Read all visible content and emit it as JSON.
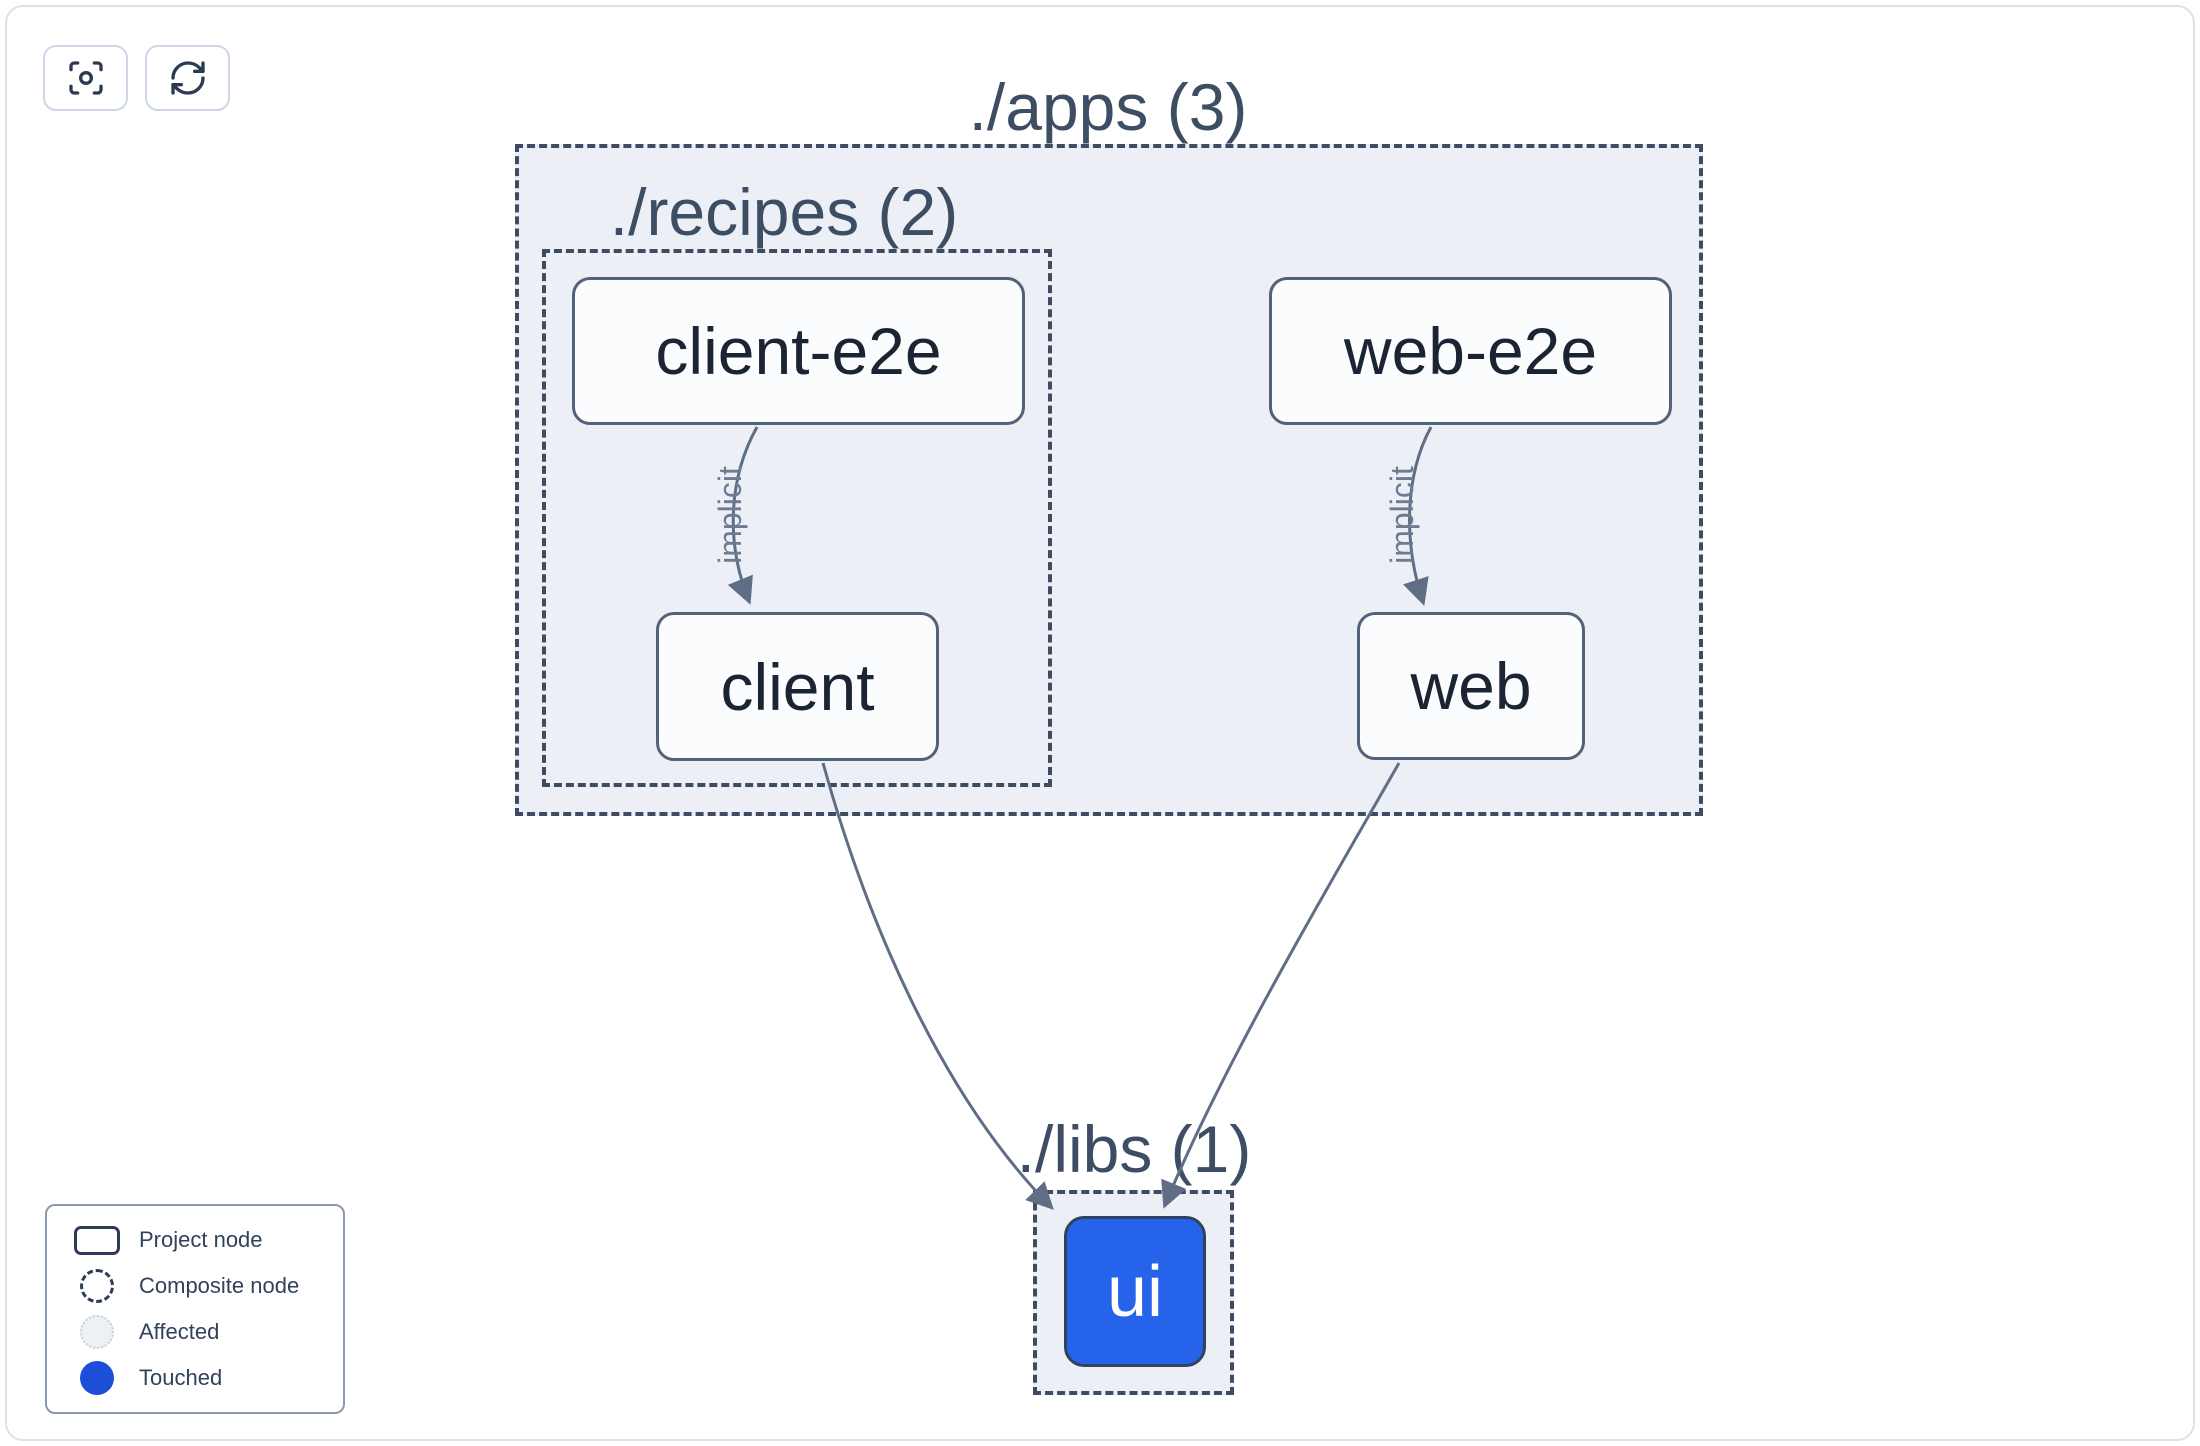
{
  "toolbar": {
    "buttons": [
      {
        "icon": "focus-icon"
      },
      {
        "icon": "refresh-icon"
      }
    ]
  },
  "graph": {
    "composites": [
      {
        "id": "apps",
        "label": "./apps (3)",
        "count": 3
      },
      {
        "id": "recipes",
        "label": "./recipes (2)",
        "count": 2
      },
      {
        "id": "libs",
        "label": "./libs (1)",
        "count": 1
      }
    ],
    "nodes": [
      {
        "id": "client-e2e",
        "label": "client-e2e",
        "state": "normal"
      },
      {
        "id": "web-e2e",
        "label": "web-e2e",
        "state": "normal"
      },
      {
        "id": "client",
        "label": "client",
        "state": "normal"
      },
      {
        "id": "web",
        "label": "web",
        "state": "normal"
      },
      {
        "id": "ui",
        "label": "ui",
        "state": "touched"
      }
    ],
    "edges": [
      {
        "from": "client-e2e",
        "to": "client",
        "label": "implicit"
      },
      {
        "from": "web-e2e",
        "to": "web",
        "label": "implicit"
      },
      {
        "from": "client",
        "to": "ui",
        "label": ""
      },
      {
        "from": "web",
        "to": "ui",
        "label": ""
      }
    ]
  },
  "legend": {
    "items": [
      {
        "icon": "project-node-icon",
        "label": "Project node"
      },
      {
        "icon": "composite-node-icon",
        "label": "Composite node"
      },
      {
        "icon": "affected-icon",
        "label": "Affected"
      },
      {
        "icon": "touched-icon",
        "label": "Touched"
      }
    ]
  },
  "colors": {
    "touched_node_fill": "#2563eb",
    "touched_legend_fill": "#1d4ed8",
    "composite_fill": "#ecf0f6",
    "composite_border": "#3d4c61",
    "node_border": "#53627b",
    "edge": "#5f6e85",
    "text_dark": "#1a2433",
    "title_text": "#3d4e64"
  }
}
